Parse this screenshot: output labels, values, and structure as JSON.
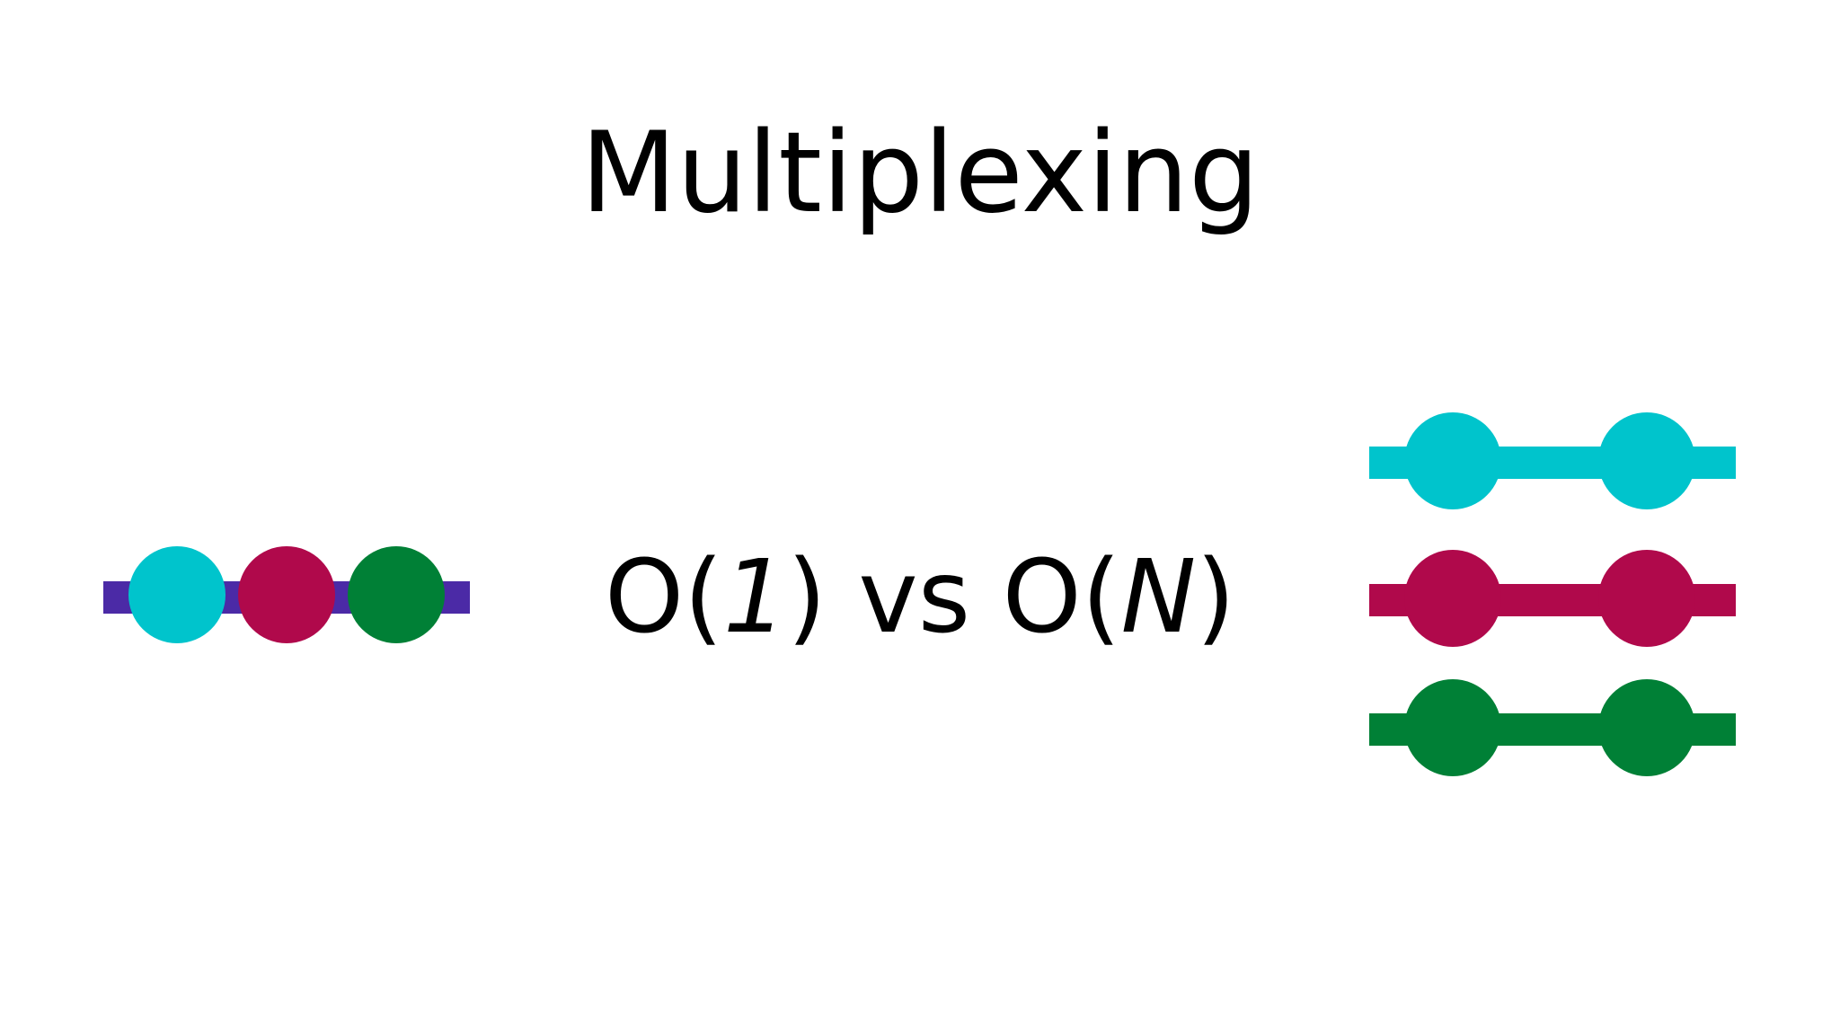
{
  "slide": {
    "title": "Multiplexing",
    "comparison": {
      "prefix_left": "O(",
      "left_var": "1",
      "mid": ") vs O(",
      "right_var": "N",
      "suffix": ")"
    }
  },
  "colors": {
    "background": "#ffffff",
    "text": "#000000",
    "shared_connection": "#4b2aa6",
    "cyan": "#00c4cc",
    "crimson": "#b0094b",
    "green": "#008036"
  },
  "multiplexed": {
    "connection_color": "shared_connection",
    "streams": [
      "cyan",
      "crimson",
      "green"
    ]
  },
  "separate": {
    "connections": [
      "cyan",
      "crimson",
      "green"
    ]
  }
}
